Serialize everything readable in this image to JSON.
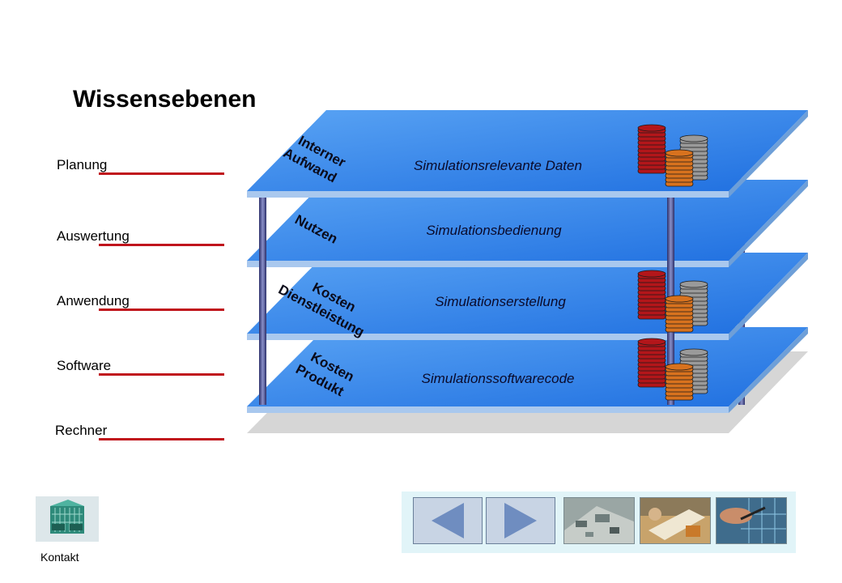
{
  "title": "Wissensebenen",
  "levels": [
    {
      "label": "Planung"
    },
    {
      "label": "Auswertung"
    },
    {
      "label": "Anwendung"
    },
    {
      "label": "Software"
    },
    {
      "label": "Rechner"
    }
  ],
  "plates": [
    {
      "text": "Simulationsrelevante Daten",
      "tag_lines": [
        "Interner",
        "Aufwand"
      ]
    },
    {
      "text": "Simulationsbedienung",
      "tag_lines": [
        "Nutzen"
      ]
    },
    {
      "text": "Simulationserstellung",
      "tag_lines": [
        "Kosten",
        "Dienstleistung"
      ]
    },
    {
      "text": "Simulationssoftwarecode",
      "tag_lines": [
        "Kosten",
        "Produkt"
      ]
    }
  ],
  "colors": {
    "plate_top": "#3d8ef0",
    "plate_edge": "#9fc3ee",
    "level_line": "#c0141c",
    "coin_red": "#b3161a",
    "coin_gray": "#9a9a9a",
    "coin_orange": "#d8721e"
  },
  "footer": {
    "logo_icon": "ipa-logo-icon",
    "contact_label": "Kontakt",
    "prev_icon": "arrow-left-icon",
    "next_icon": "arrow-right-icon"
  }
}
